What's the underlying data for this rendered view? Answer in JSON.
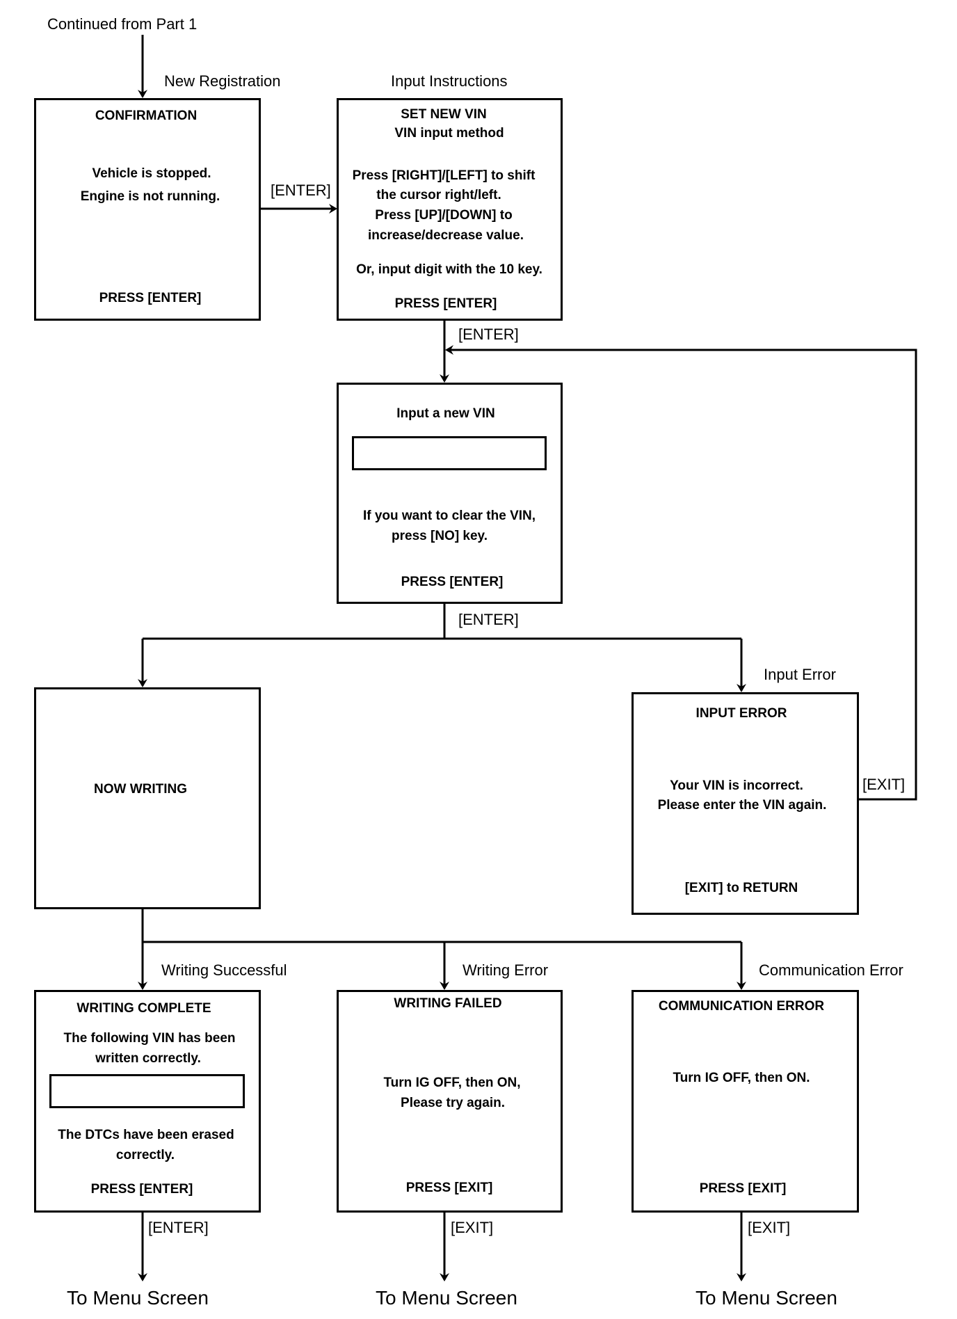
{
  "header": {
    "continued": "Continued from Part 1"
  },
  "labels": {
    "new_registration": "New Registration",
    "input_instructions": "Input Instructions",
    "input_error": "Input Error",
    "writing_successful": "Writing Successful",
    "writing_error": "Writing Error",
    "communication_error": "Communication Error"
  },
  "keys": {
    "enter_confirm": "[ENTER]",
    "enter_setvin": "[ENTER]",
    "enter_input": "[ENTER]",
    "exit_error": "[EXIT]",
    "enter_complete": "[ENTER]",
    "exit_failed": "[EXIT]",
    "exit_comm": "[EXIT]"
  },
  "screens": {
    "confirmation": {
      "title": "CONFIRMATION",
      "line1": "Vehicle is stopped.",
      "line2": "Engine is not running.",
      "action": "PRESS [ENTER]"
    },
    "set_new_vin": {
      "title": "SET NEW VIN",
      "subtitle": "VIN input method",
      "line1": "Press [RIGHT]/[LEFT] to shift",
      "line2": "the cursor right/left.",
      "line3": "Press [UP]/[DOWN] to",
      "line4": "increase/decrease value.",
      "line5": "Or, input digit with the 10 key.",
      "action": "PRESS [ENTER]"
    },
    "input_vin": {
      "title": "Input a new VIN",
      "line1": "If you want to clear the VIN,",
      "line2": "press [NO] key.",
      "action": "PRESS [ENTER]"
    },
    "now_writing": {
      "title": "NOW WRITING"
    },
    "input_error": {
      "title": "INPUT ERROR",
      "line1": "Your VIN is incorrect.",
      "line2": "Please enter the VIN again.",
      "action": "[EXIT] to RETURN"
    },
    "writing_complete": {
      "title": "WRITING COMPLETE",
      "line1": "The following VIN has been",
      "line2": "written correctly.",
      "line3": "The DTCs have been erased",
      "line4": "correctly.",
      "action": "PRESS [ENTER]"
    },
    "writing_failed": {
      "title": "WRITING FAILED",
      "line1": "Turn IG OFF, then ON,",
      "line2": "Please try again.",
      "action": "PRESS [EXIT]"
    },
    "communication_error": {
      "title": "COMMUNICATION ERROR",
      "line1": "Turn IG OFF, then ON.",
      "action": "PRESS [EXIT]"
    }
  },
  "footer": {
    "menu_left": "To Menu Screen",
    "menu_center": "To Menu Screen",
    "menu_right": "To Menu Screen"
  }
}
